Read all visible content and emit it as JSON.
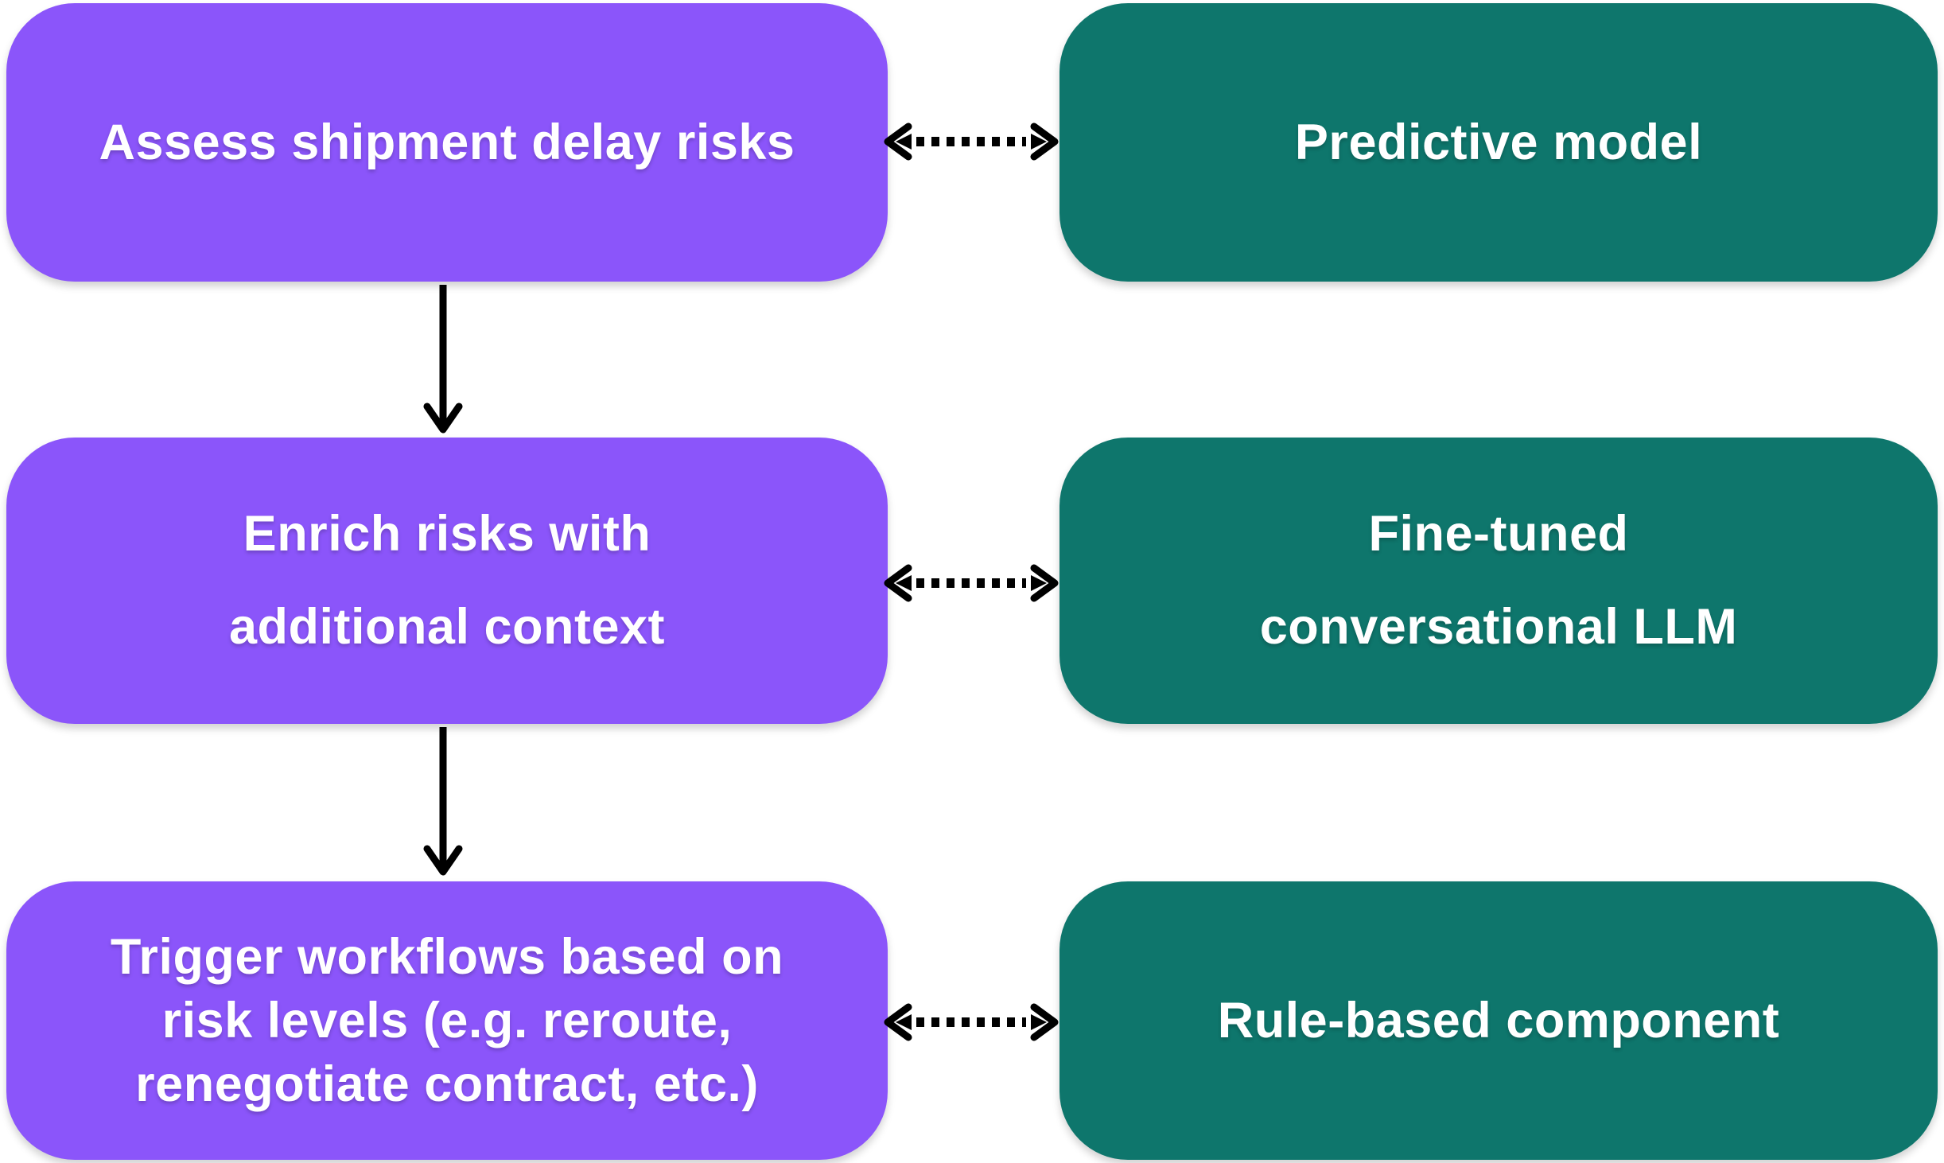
{
  "diagram": {
    "background_color": "#ffffff",
    "step_color": "#8b55fa",
    "component_color": "#0e766c",
    "text_color": "#ffffff",
    "arrow_color": "#000000",
    "rows": [
      {
        "step": {
          "lines": [
            "Assess shipment delay risks"
          ]
        },
        "component": {
          "lines": [
            "Predictive model"
          ]
        }
      },
      {
        "step": {
          "lines": [
            "Enrich risks with",
            "additional context"
          ]
        },
        "component": {
          "lines": [
            "Fine-tuned",
            "conversational LLM"
          ]
        }
      },
      {
        "step": {
          "lines": [
            "Trigger workflows based on",
            "risk levels (e.g. reroute,",
            "renegotiate contract, etc.)"
          ]
        },
        "component": {
          "lines": [
            "Rule-based component"
          ]
        }
      }
    ],
    "icons": {
      "horizontal_link": "dotted-double-arrow-icon",
      "vertical_flow": "solid-down-arrow-icon"
    }
  }
}
